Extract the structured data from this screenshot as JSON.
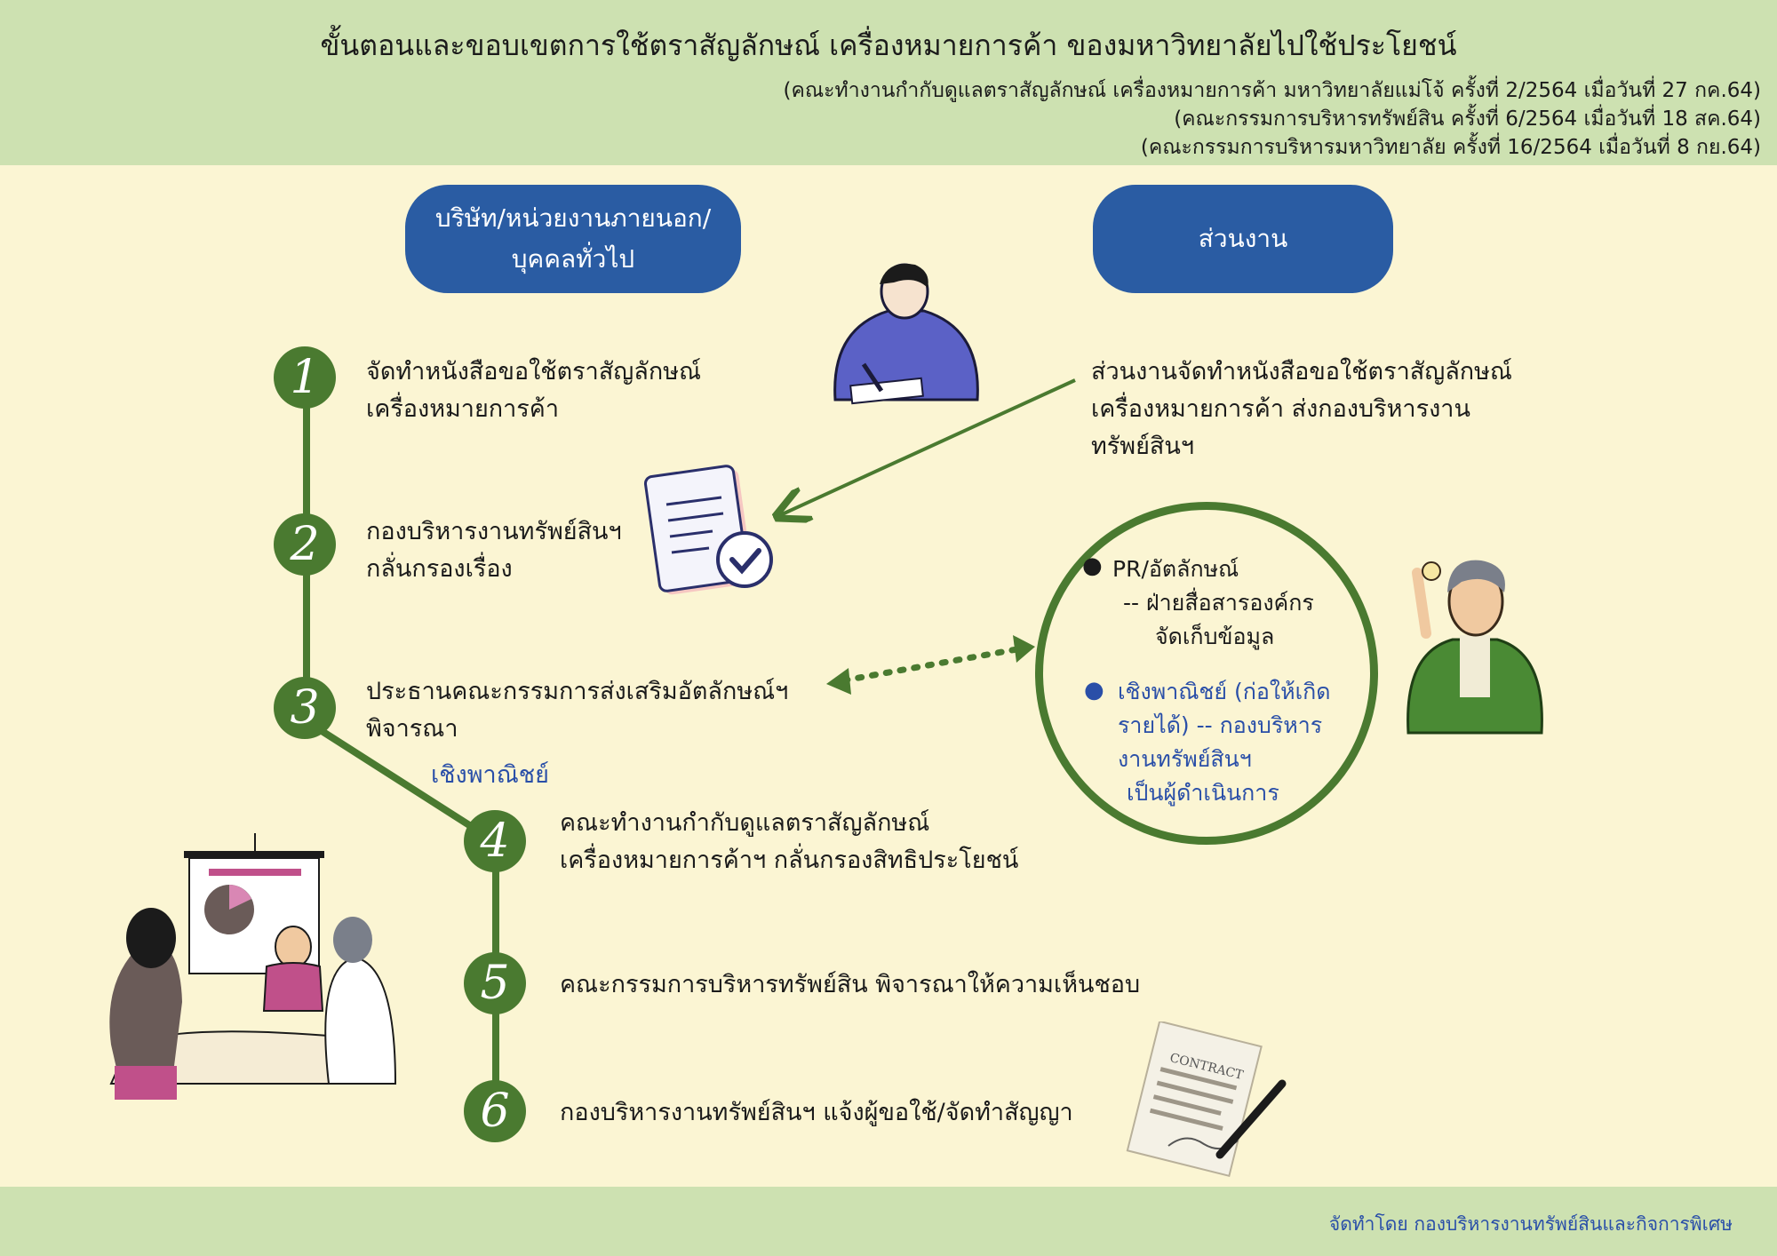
{
  "header": {
    "title": "ขั้นตอนและขอบเขตการใช้ตราสัญลักษณ์ เครื่องหมายการค้า ของมหาวิทยาลัยไปใช้ประโยชน์",
    "refs": [
      "(คณะทำงานกำกับดูแลตราสัญลักษณ์ เครื่องหมายการค้า มหาวิทยาลัยแม่โจ้ ครั้งที่ 2/2564 เมื่อวันที่ 27 กค.64)",
      "(คณะกรรมการบริหารทรัพย์สิน ครั้งที่ 6/2564 เมื่อวันที่ 18 สค.64)",
      "(คณะกรรมการบริหารมหาวิทยาลัย ครั้งที่ 16/2564 เมื่อวันที่ 8 กย.64)"
    ]
  },
  "pills": {
    "external": [
      "บริษัท/หน่วยงานภายนอก/",
      "บุคคลทั่วไป"
    ],
    "internal": "ส่วนงาน"
  },
  "steps": [
    {
      "num": "1",
      "lines": [
        "จัดทำหนังสือขอใช้ตราสัญลักษณ์",
        "เครื่องหมายการค้า"
      ]
    },
    {
      "num": "2",
      "lines": [
        "กองบริหารงานทรัพย์สินฯ",
        "กลั่นกรองเรื่อง"
      ]
    },
    {
      "num": "3",
      "lines": [
        "ประธานคณะกรรมการส่งเสริมอัตลักษณ์ฯ",
        "พิจารณา"
      ]
    },
    {
      "num": "4",
      "lines": [
        "คณะทำงานกำกับดูแลตราสัญลักษณ์",
        "เครื่องหมายการค้าฯ กลั่นกรองสิทธิประโยชน์"
      ]
    },
    {
      "num": "5",
      "lines": [
        "คณะกรรมการบริหารทรัพย์สิน พิจารณาให้ความเห็นชอบ"
      ]
    },
    {
      "num": "6",
      "lines": [
        "กองบริหารงานทรัพย์สินฯ แจ้งผู้ขอใช้/จัดทำสัญญา"
      ]
    }
  ],
  "commercial_label": "เชิงพาณิชย์",
  "internal_step": [
    "ส่วนงานจัดทำหนังสือขอใช้ตราสัญลักษณ์",
    "เครื่องหมายการค้า ส่งกองบริหารงาน",
    "ทรัพย์สินฯ"
  ],
  "circle": {
    "pr": [
      "PR/อัตลักษณ์",
      "-- ฝ่ายสื่อสารองค์กร",
      "จัดเก็บข้อมูล"
    ],
    "commercial": [
      "เชิงพาณิชย์ (ก่อให้เกิด",
      "รายได้) -- กองบริหาร",
      "งานทรัพย์สินฯ",
      "เป็นผู้ดำเนินการ"
    ]
  },
  "illustration": {
    "contract_label": "CONTRACT"
  },
  "footer": {
    "credit": "จัดทำโดย กองบริหารงานทรัพย์สินและกิจการพิเศษ"
  },
  "colors": {
    "green": "#4a7a30",
    "blue": "#2a5ca3",
    "header_bg": "#cde1b1",
    "page_bg": "#fbf5d3"
  }
}
